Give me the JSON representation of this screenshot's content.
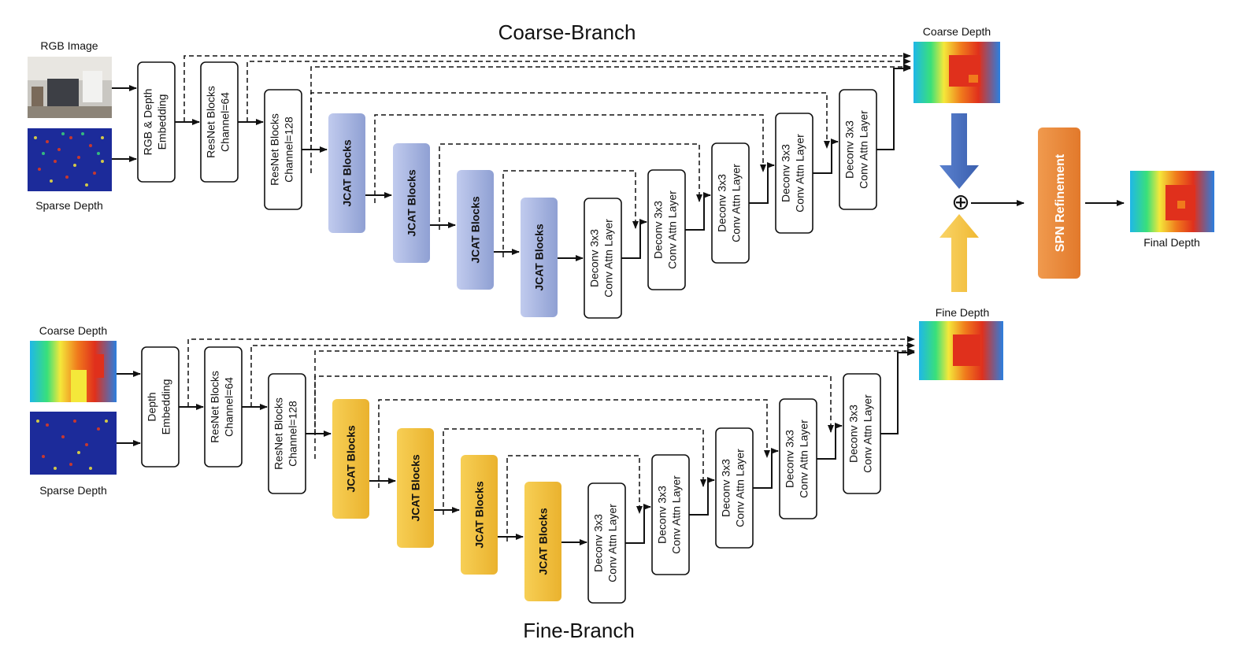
{
  "colors": {
    "jcat_coarse": "#a9b6dd",
    "jcat_fine": "#f2c03f",
    "spn": "#ec8b3e",
    "arrow_blue": "#4a6fbd",
    "arrow_yellow": "#f5c542"
  },
  "titles": {
    "coarse": "Coarse-Branch",
    "fine": "Fine-Branch"
  },
  "inputs": {
    "rgb": "RGB Image",
    "sparse_top": "Sparse Depth",
    "coarse_in": "Coarse Depth",
    "sparse_bottom": "Sparse Depth"
  },
  "outputs": {
    "coarse_depth": "Coarse Depth",
    "fine_depth": "Fine Depth",
    "final_depth": "Final Depth"
  },
  "spn_label": "SPN Refinement",
  "oplus": "⊕",
  "coarse_blocks": [
    {
      "l1": "RGB & Depth",
      "l2": "Embedding"
    },
    {
      "l1": "ResNet Blocks",
      "l2": "Channel=64"
    },
    {
      "l1": "ResNet Blocks",
      "l2": "Channel=128"
    },
    {
      "l1": "JCAT Blocks",
      "l2": ""
    },
    {
      "l1": "JCAT Blocks",
      "l2": ""
    },
    {
      "l1": "JCAT Blocks",
      "l2": ""
    },
    {
      "l1": "JCAT Blocks",
      "l2": ""
    },
    {
      "l1": "Deconv 3x3",
      "l2": "Conv Attn Layer"
    },
    {
      "l1": "Deconv 3x3",
      "l2": "Conv Attn Layer"
    },
    {
      "l1": "Deconv 3x3",
      "l2": "Conv Attn Layer"
    },
    {
      "l1": "Deconv 3x3",
      "l2": "Conv Attn Layer"
    },
    {
      "l1": "Deconv 3x3",
      "l2": "Conv Attn Layer"
    }
  ],
  "fine_blocks": [
    {
      "l1": "Depth",
      "l2": "Embedding"
    },
    {
      "l1": "ResNet Blocks",
      "l2": "Channel=64"
    },
    {
      "l1": "ResNet Blocks",
      "l2": "Channel=128"
    },
    {
      "l1": "JCAT Blocks",
      "l2": ""
    },
    {
      "l1": "JCAT Blocks",
      "l2": ""
    },
    {
      "l1": "JCAT Blocks",
      "l2": ""
    },
    {
      "l1": "JCAT Blocks",
      "l2": ""
    },
    {
      "l1": "Deconv 3x3",
      "l2": "Conv Attn Layer"
    },
    {
      "l1": "Deconv 3x3",
      "l2": "Conv Attn Layer"
    },
    {
      "l1": "Deconv 3x3",
      "l2": "Conv Attn Layer"
    },
    {
      "l1": "Deconv 3x3",
      "l2": "Conv Attn Layer"
    },
    {
      "l1": "Deconv 3x3",
      "l2": "Conv Attn Layer"
    }
  ]
}
